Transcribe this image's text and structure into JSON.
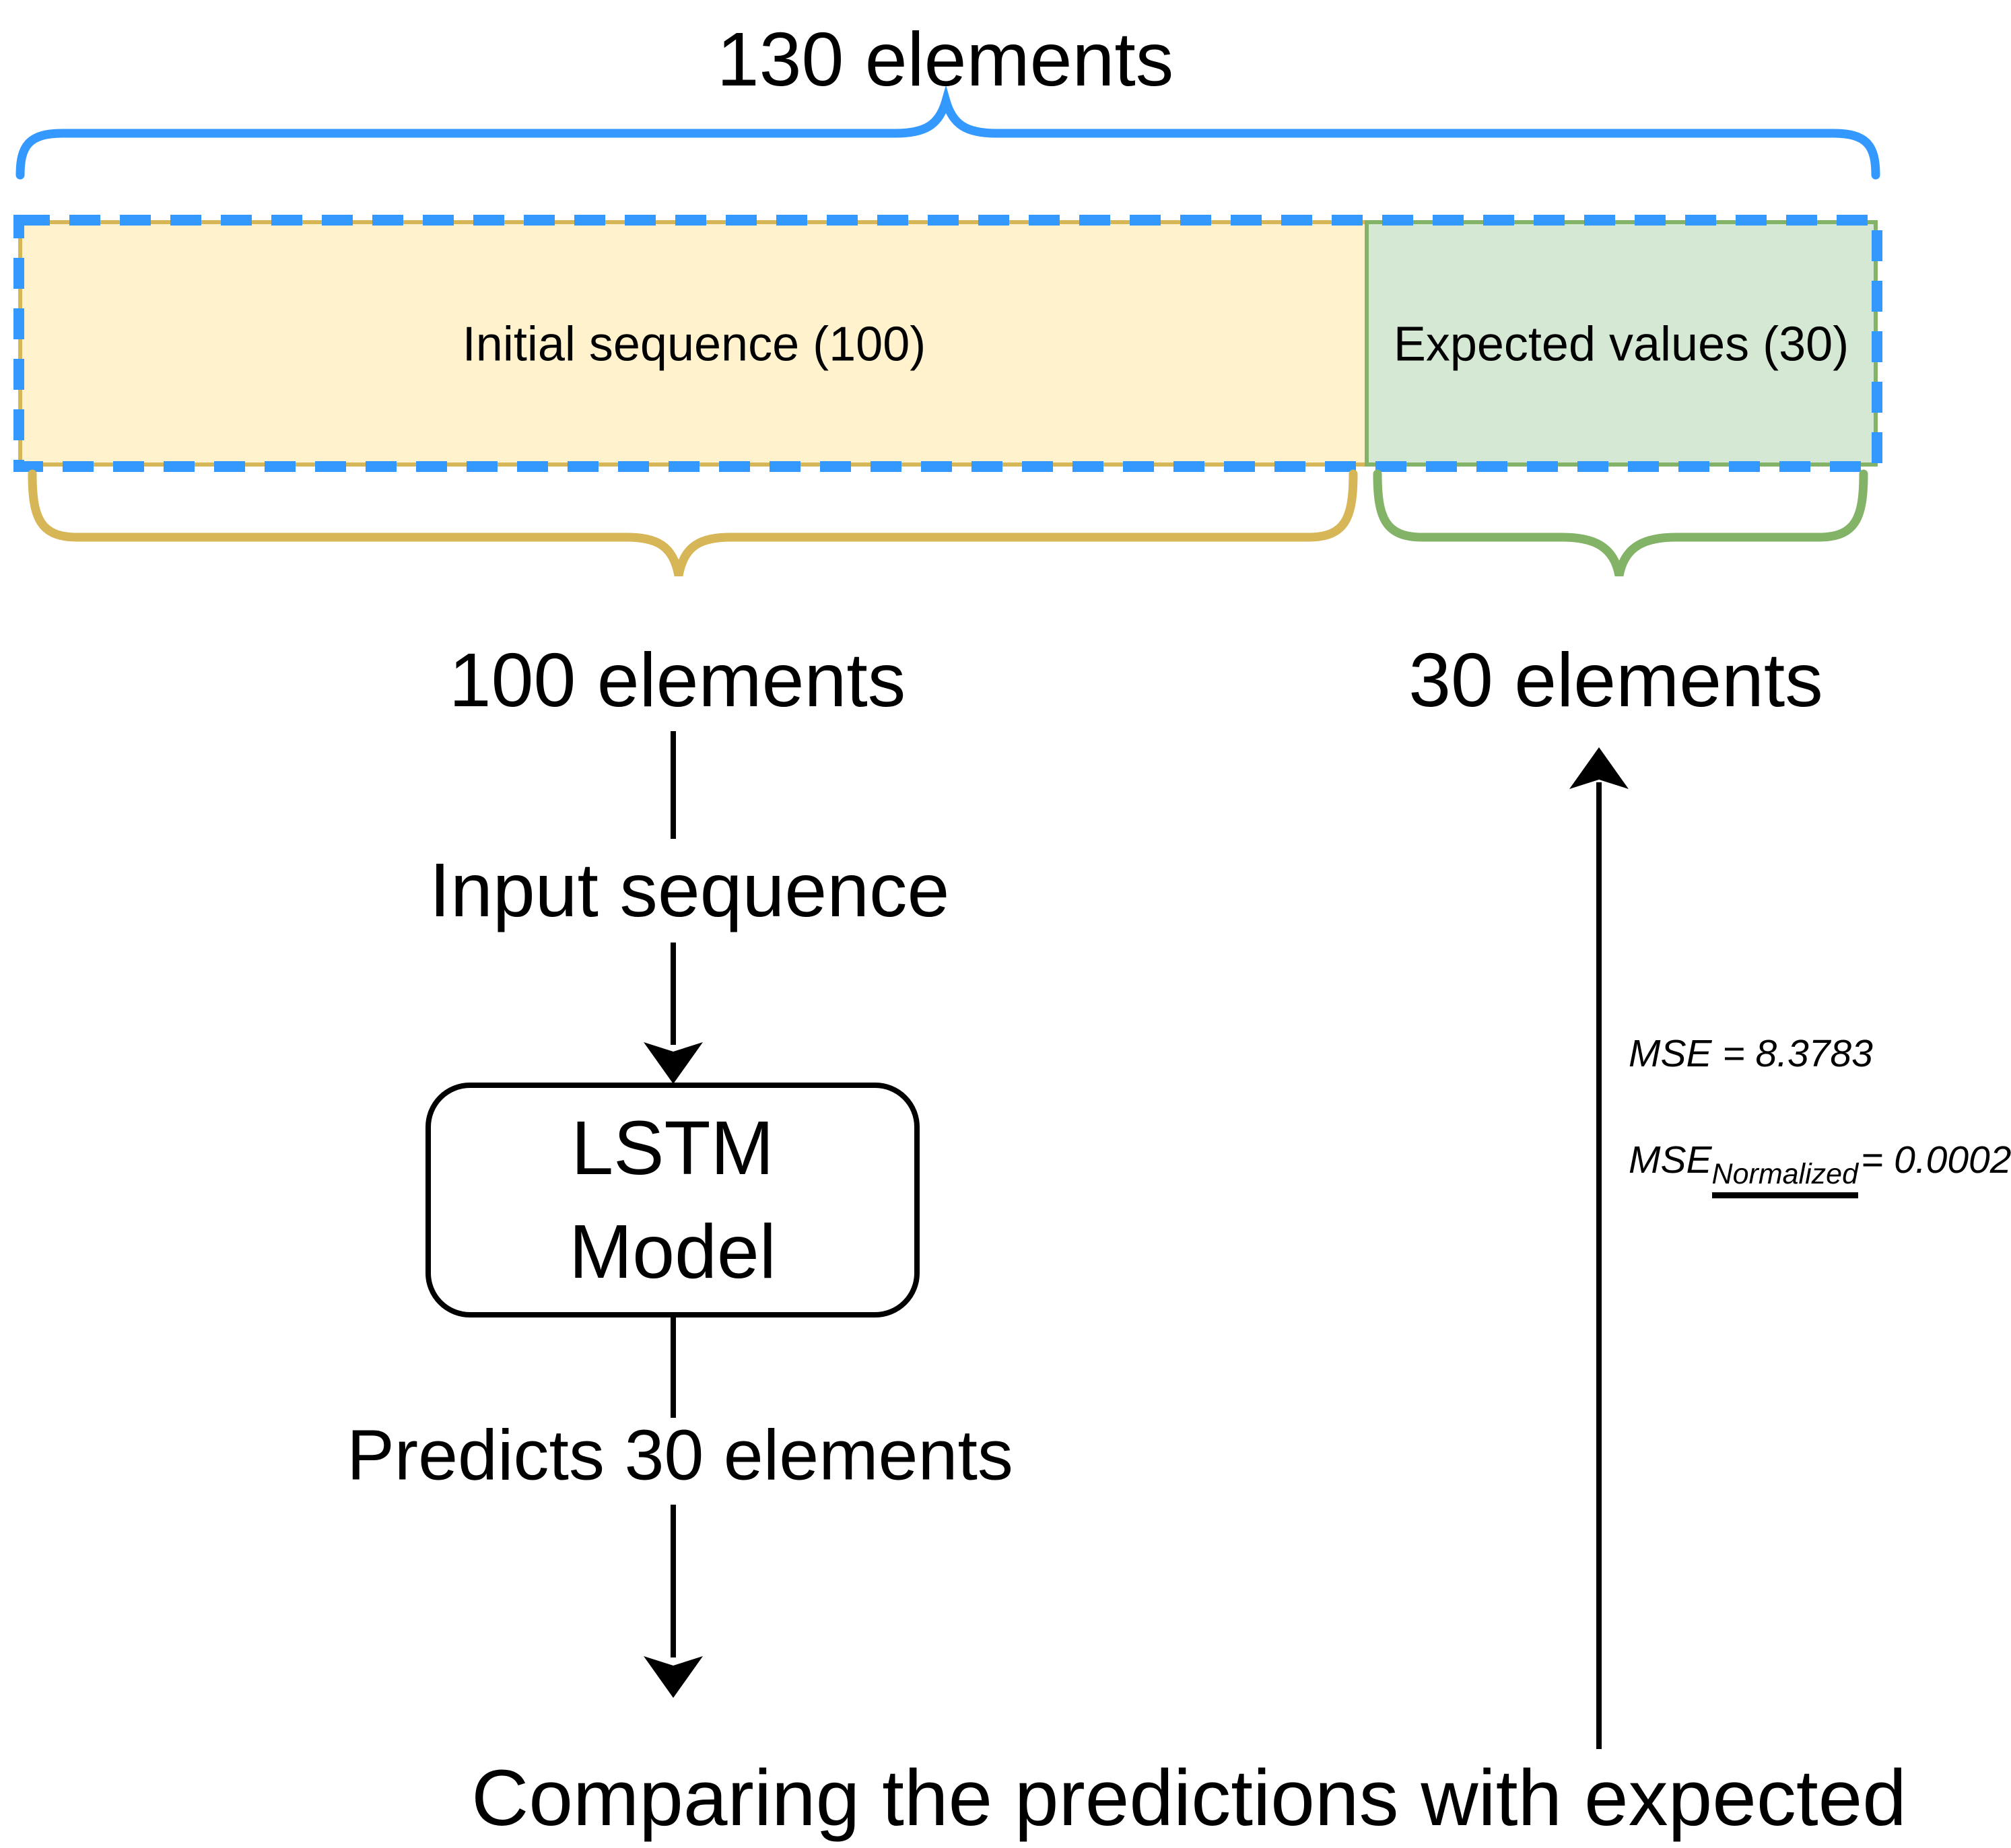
{
  "colors": {
    "brace_blue": "#3399ff",
    "initial_fill": "#fff2cc",
    "initial_stroke": "#d6b656",
    "expected_fill": "#d5e8d4",
    "expected_stroke": "#82b366",
    "line_black": "#000000"
  },
  "top": {
    "total_label": "130 elements"
  },
  "bar": {
    "initial_label": "Initial sequence (100)",
    "expected_label": "Expected values (30)"
  },
  "groups": {
    "initial_count_label": "100 elements",
    "expected_count_label": "30 elements"
  },
  "flow": {
    "input_label": "Input sequence",
    "model_line1": "LSTM",
    "model_line2": "Model",
    "predicts_label": "Predicts 30 elements",
    "comparing_label": "Comparing the predictions with expected"
  },
  "metrics": {
    "mse_label": "MSE",
    "mse_value": "= 8.3783",
    "mse_norm_label": "MSE",
    "mse_norm_sub": "Normalized",
    "mse_norm_value": "= 0.0002"
  }
}
